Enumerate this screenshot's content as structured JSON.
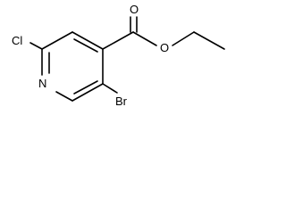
{
  "molecule": {
    "atoms": {
      "ring_nitrogen": "N",
      "chlorine": "Cl",
      "bromine": "Br",
      "carbonyl_oxygen": "O",
      "ester_oxygen": "O"
    },
    "colors": {
      "bond": "#000000",
      "label": "#000000",
      "background": "#ffffff"
    }
  }
}
